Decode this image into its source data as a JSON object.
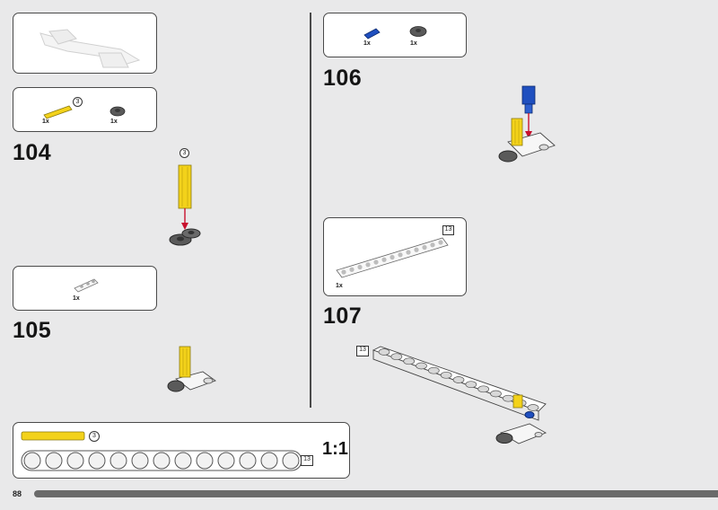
{
  "page": {
    "number": "88"
  },
  "steps": [
    {
      "number": "104",
      "parts": [
        {
          "qty": "1x",
          "callout": "3"
        },
        {
          "qty": "1x"
        }
      ],
      "callout": "3"
    },
    {
      "number": "105",
      "parts": [
        {
          "qty": "1x"
        }
      ]
    },
    {
      "number": "106",
      "parts": [
        {
          "qty": "1x"
        },
        {
          "qty": "1x"
        }
      ]
    },
    {
      "number": "107",
      "parts": [
        {
          "qty": "1x",
          "callout": "13"
        }
      ],
      "callout": "13"
    }
  ],
  "scale_box": {
    "axle_callout": "3",
    "beam_callout": "13",
    "scale_label": "1:1",
    "beam_holes": 13
  },
  "colors": {
    "yellow": "#f3d21a",
    "dark_gray": "#5a5a5a",
    "blue": "#1f4fbf",
    "red": "#c8102e",
    "outline": "#4a4a4a"
  }
}
